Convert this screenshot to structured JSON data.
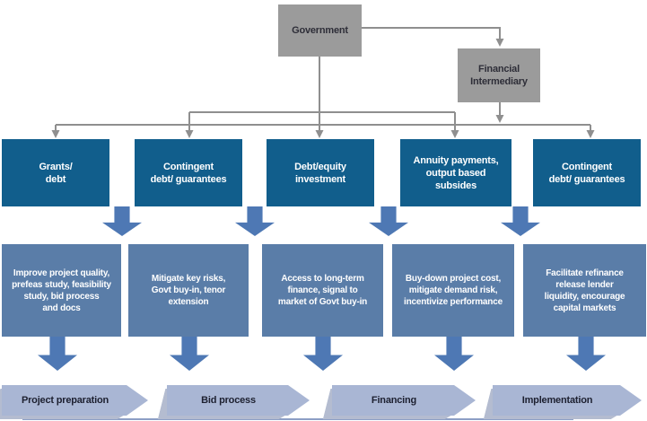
{
  "diagram": {
    "government_label": "Government",
    "financial_intermediary_label": "Financial\nIntermediary",
    "instruments": [
      "Grants/\ndebt",
      "Contingent\ndebt/ guarantees",
      "Debt/equity\ninvestment",
      "Annuity payments,\noutput based\nsubsides",
      "Contingent\ndebt/ guarantees"
    ],
    "benefits": [
      "Improve project quality,\nprefeas study, feasibility\nstudy, bid process\nand docs",
      "Mitigate key risks,\nGovt buy-in, tenor\nextension",
      "Access to long-term\nfinance, signal to\nmarket of Govt buy-in",
      "Buy-down project cost,\nmitigate demand risk,\nincentivize performance",
      "Facilitate refinance\nrelease lender\nliquidity, encourage\ncapital markets"
    ],
    "phases": [
      "Project preparation",
      "Bid process",
      "Financing",
      "Implementation"
    ]
  },
  "colors": {
    "box_gray": "#9b9b9b",
    "gray_box_text": "#2e2e38",
    "connector_gray": "#8f8f8f",
    "dark_blue": "#115e8c",
    "steel_blue": "#5a7da8",
    "arrow_blue": "#4e78b4",
    "chevron_blue": "#a9b6d4",
    "chevron_shadow": "#b4bcd0",
    "chevron_text": "#1d2030",
    "rule_blue": "#8d9fc5"
  }
}
